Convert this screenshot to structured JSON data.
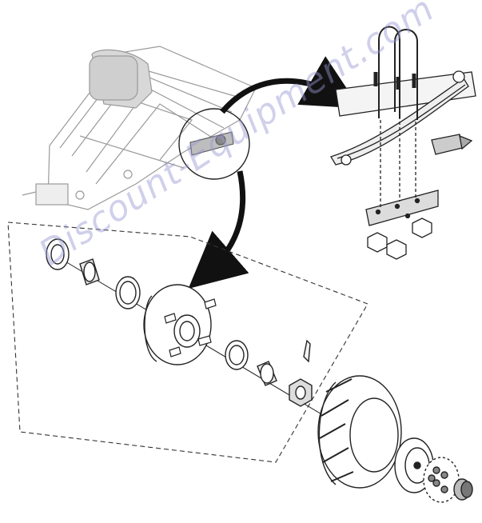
{
  "diagram": {
    "watermark_text": "Discount-Equipment.com",
    "line_color": "#222222",
    "watermark_color": "#9696d2",
    "parts": [
      "trailer-frame",
      "leaf-spring",
      "u-bolt",
      "spring-plate",
      "lock-nut",
      "grease-seal",
      "inner-bearing-cone",
      "inner-bearing-cup",
      "hub",
      "wheel-stud",
      "outer-bearing-cup",
      "outer-bearing-cone",
      "cotter-pin",
      "castle-nut",
      "tire",
      "rim",
      "lug-nut",
      "dust-cap"
    ]
  }
}
